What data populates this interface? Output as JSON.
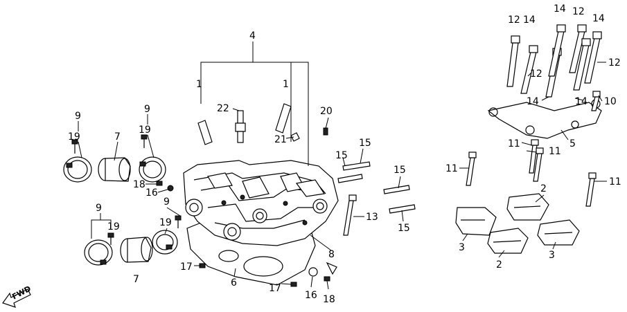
{
  "labels": {
    "n1": "1",
    "n2": "2",
    "n3": "3",
    "n4": "4",
    "n5": "5",
    "n6": "6",
    "n7": "7",
    "n8": "8",
    "n9": "9",
    "n10": "10",
    "n11": "11",
    "n12": "12",
    "n13": "13",
    "n14": "14",
    "n15": "15",
    "n16": "16",
    "n17": "17",
    "n18": "18",
    "n19": "19",
    "n20": "20",
    "n21": "21",
    "n22": "22"
  },
  "fwd": "FWD"
}
